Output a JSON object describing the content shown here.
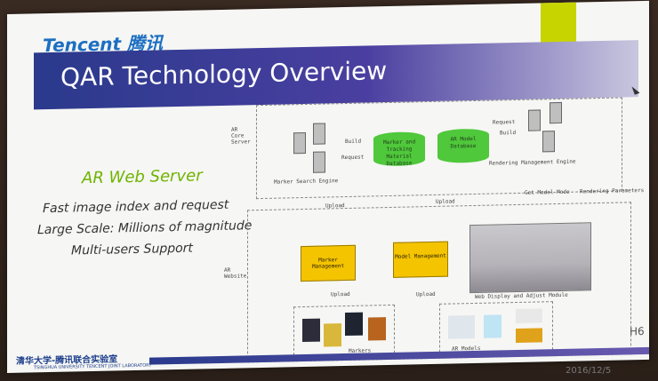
{
  "brand": {
    "logo_text": "Tencent 腾讯"
  },
  "slide": {
    "title": "QAR Technology Overview",
    "left_heading": "AR Web Server",
    "bullets": [
      "Fast image index and request",
      "Large Scale: Millions of magnitude",
      "Multi-users Support"
    ]
  },
  "diagram": {
    "ar_core_server_label": "AR\nCore\nServer",
    "ar_website_label": "AR\nWebsite",
    "marker_search_engine": "Marker Search Engine",
    "marker_db": "Marker and Tracking Material Database",
    "ar_model_db": "AR Model Database",
    "rendering_engine": "Rendering Management Engine",
    "marker_management": "Marker Management",
    "model_management": "Model Management",
    "web_display": "Web Display and Adjust Module",
    "markers_label": "Markers",
    "ar_models_label": "AR Models",
    "build_1": "Build",
    "request_1": "Request",
    "build_2": "Build",
    "request_2": "Request",
    "upload_1": "Upload",
    "upload_2": "Upload",
    "upload_3": "Upload",
    "upload_4": "Upload",
    "get_model_mode": "Get Model Mode",
    "rendering_parameters": "Rendering Parameters"
  },
  "footer": {
    "lab_name": "清华大学-腾讯联合实验室",
    "lab_sub": "TSINGHUA UNIVERSITY TENCENT JOINT LABORATORY",
    "page_id": "H6",
    "date": "2016/12/5"
  }
}
